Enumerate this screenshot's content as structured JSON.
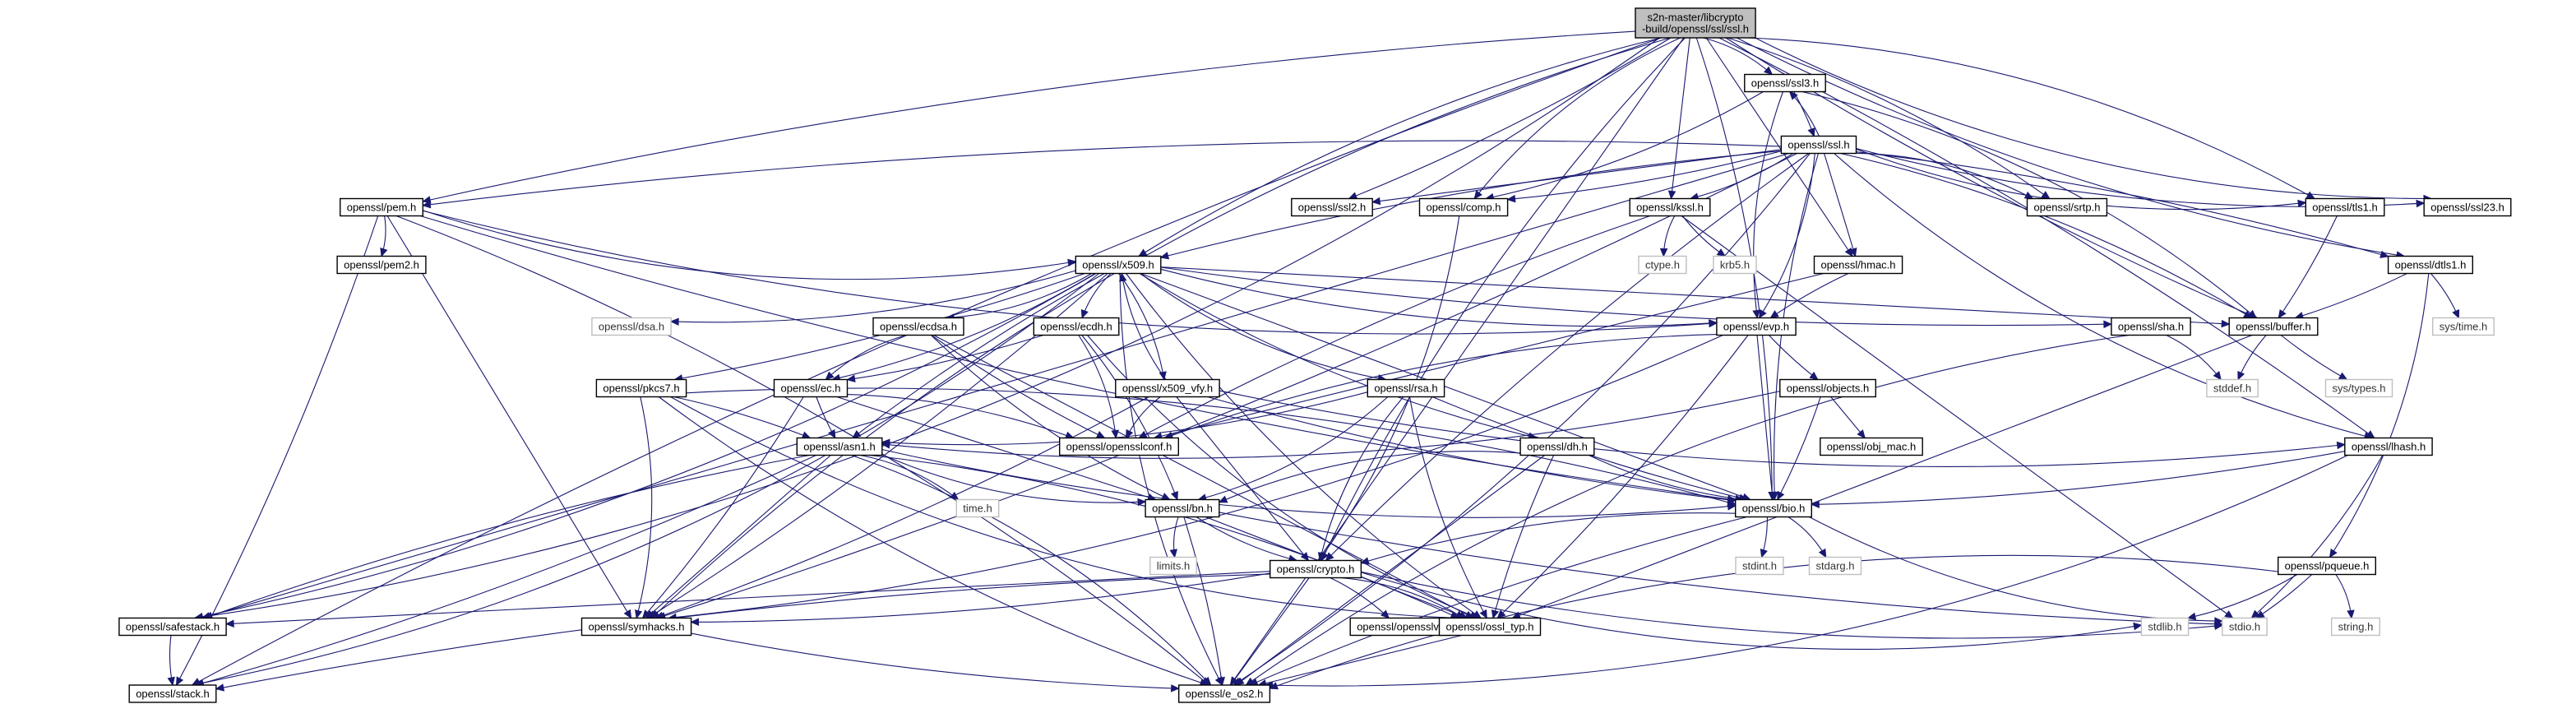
{
  "nodes": [
    {
      "id": "root",
      "label": "s2n-master/libcrypto\n-build/openssl/ssl/ssl.h",
      "kind": "root"
    },
    {
      "id": "ssl3",
      "label": "openssl/ssl3.h",
      "kind": "file"
    },
    {
      "id": "ssl",
      "label": "openssl/ssl.h",
      "kind": "file"
    },
    {
      "id": "pem",
      "label": "openssl/pem.h",
      "kind": "file"
    },
    {
      "id": "ssl2",
      "label": "openssl/ssl2.h",
      "kind": "file"
    },
    {
      "id": "comp",
      "label": "openssl/comp.h",
      "kind": "file"
    },
    {
      "id": "kssl",
      "label": "openssl/kssl.h",
      "kind": "file"
    },
    {
      "id": "srtp",
      "label": "openssl/srtp.h",
      "kind": "file"
    },
    {
      "id": "tls1",
      "label": "openssl/tls1.h",
      "kind": "file"
    },
    {
      "id": "ssl23",
      "label": "openssl/ssl23.h",
      "kind": "file"
    },
    {
      "id": "pem2",
      "label": "openssl/pem2.h",
      "kind": "file"
    },
    {
      "id": "x509",
      "label": "openssl/x509.h",
      "kind": "file"
    },
    {
      "id": "ctype",
      "label": "ctype.h",
      "kind": "sys"
    },
    {
      "id": "krb5",
      "label": "krb5.h",
      "kind": "sys"
    },
    {
      "id": "hmac",
      "label": "openssl/hmac.h",
      "kind": "file"
    },
    {
      "id": "dtls1",
      "label": "openssl/dtls1.h",
      "kind": "file"
    },
    {
      "id": "dsa",
      "label": "openssl/dsa.h",
      "kind": "sys"
    },
    {
      "id": "ecdsa",
      "label": "openssl/ecdsa.h",
      "kind": "file"
    },
    {
      "id": "ecdh",
      "label": "openssl/ecdh.h",
      "kind": "file"
    },
    {
      "id": "evp",
      "label": "openssl/evp.h",
      "kind": "file"
    },
    {
      "id": "sha",
      "label": "openssl/sha.h",
      "kind": "file"
    },
    {
      "id": "buffer",
      "label": "openssl/buffer.h",
      "kind": "file"
    },
    {
      "id": "systime",
      "label": "sys/time.h",
      "kind": "sys"
    },
    {
      "id": "pkcs7",
      "label": "openssl/pkcs7.h",
      "kind": "file"
    },
    {
      "id": "ec",
      "label": "openssl/ec.h",
      "kind": "file"
    },
    {
      "id": "x509vfy",
      "label": "openssl/x509_vfy.h",
      "kind": "file"
    },
    {
      "id": "rsa",
      "label": "openssl/rsa.h",
      "kind": "file"
    },
    {
      "id": "objects",
      "label": "openssl/objects.h",
      "kind": "file"
    },
    {
      "id": "stddef",
      "label": "stddef.h",
      "kind": "sys"
    },
    {
      "id": "systypes",
      "label": "sys/types.h",
      "kind": "sys"
    },
    {
      "id": "asn1",
      "label": "openssl/asn1.h",
      "kind": "file"
    },
    {
      "id": "opensslconf",
      "label": "openssl/opensslconf.h",
      "kind": "file"
    },
    {
      "id": "dh",
      "label": "openssl/dh.h",
      "kind": "file"
    },
    {
      "id": "objmac",
      "label": "openssl/obj_mac.h",
      "kind": "file"
    },
    {
      "id": "lhash",
      "label": "openssl/lhash.h",
      "kind": "file"
    },
    {
      "id": "timeh",
      "label": "time.h",
      "kind": "sys"
    },
    {
      "id": "bn",
      "label": "openssl/bn.h",
      "kind": "file"
    },
    {
      "id": "bio",
      "label": "openssl/bio.h",
      "kind": "file"
    },
    {
      "id": "limits",
      "label": "limits.h",
      "kind": "sys"
    },
    {
      "id": "stdint",
      "label": "stdint.h",
      "kind": "sys"
    },
    {
      "id": "stdarg",
      "label": "stdarg.h",
      "kind": "sys"
    },
    {
      "id": "crypto",
      "label": "openssl/crypto.h",
      "kind": "file"
    },
    {
      "id": "pqueue",
      "label": "openssl/pqueue.h",
      "kind": "file"
    },
    {
      "id": "safestack",
      "label": "openssl/safestack.h",
      "kind": "file"
    },
    {
      "id": "symhacks",
      "label": "openssl/symhacks.h",
      "kind": "file"
    },
    {
      "id": "opensslv",
      "label": "openssl/opensslv.h",
      "kind": "file"
    },
    {
      "id": "ossltyp",
      "label": "openssl/ossl_typ.h",
      "kind": "file"
    },
    {
      "id": "stdlib",
      "label": "stdlib.h",
      "kind": "sys"
    },
    {
      "id": "stdio",
      "label": "stdio.h",
      "kind": "sys"
    },
    {
      "id": "stringh",
      "label": "string.h",
      "kind": "sys"
    },
    {
      "id": "stack",
      "label": "openssl/stack.h",
      "kind": "file"
    },
    {
      "id": "eos2",
      "label": "openssl/e_os2.h",
      "kind": "file"
    }
  ],
  "edges": [
    [
      "root",
      "ssl3"
    ],
    [
      "root",
      "comp"
    ],
    [
      "root",
      "x509"
    ],
    [
      "root",
      "pem"
    ],
    [
      "root",
      "kssl"
    ],
    [
      "root",
      "ssl2"
    ],
    [
      "root",
      "srtp"
    ],
    [
      "root",
      "tls1"
    ],
    [
      "root",
      "ssl23"
    ],
    [
      "root",
      "dtls1"
    ],
    [
      "root",
      "buffer"
    ],
    [
      "root",
      "hmac"
    ],
    [
      "root",
      "lhash"
    ],
    [
      "root",
      "bio"
    ],
    [
      "root",
      "safestack"
    ],
    [
      "root",
      "symhacks"
    ],
    [
      "root",
      "crypto"
    ],
    [
      "root",
      "stack"
    ],
    [
      "root",
      "eos2"
    ],
    [
      "ssl3",
      "ssl"
    ],
    [
      "ssl3",
      "comp"
    ],
    [
      "ssl3",
      "buffer"
    ],
    [
      "ssl3",
      "evp"
    ],
    [
      "ssl",
      "ssl3"
    ],
    [
      "ssl",
      "pem"
    ],
    [
      "ssl",
      "ssl2"
    ],
    [
      "ssl",
      "comp"
    ],
    [
      "ssl",
      "kssl"
    ],
    [
      "ssl",
      "srtp"
    ],
    [
      "ssl",
      "tls1"
    ],
    [
      "ssl",
      "ssl23"
    ],
    [
      "ssl",
      "x509"
    ],
    [
      "ssl",
      "hmac"
    ],
    [
      "ssl",
      "dtls1"
    ],
    [
      "ssl",
      "buffer"
    ],
    [
      "ssl",
      "evp"
    ],
    [
      "ssl",
      "lhash"
    ],
    [
      "ssl",
      "bio"
    ],
    [
      "ssl",
      "crypto"
    ],
    [
      "ssl",
      "safestack"
    ],
    [
      "ssl",
      "symhacks"
    ],
    [
      "ssl",
      "eos2"
    ],
    [
      "pem",
      "pem2"
    ],
    [
      "pem",
      "x509"
    ],
    [
      "pem",
      "evp"
    ],
    [
      "pem",
      "bio"
    ],
    [
      "pem",
      "symhacks"
    ],
    [
      "pem",
      "stack"
    ],
    [
      "pem",
      "eos2"
    ],
    [
      "comp",
      "crypto"
    ],
    [
      "kssl",
      "ctype"
    ],
    [
      "kssl",
      "krb5"
    ],
    [
      "kssl",
      "opensslconf"
    ],
    [
      "kssl",
      "stdio"
    ],
    [
      "tls1",
      "buffer"
    ],
    [
      "x509",
      "dsa"
    ],
    [
      "x509",
      "ecdsa"
    ],
    [
      "x509",
      "ecdh"
    ],
    [
      "x509",
      "evp"
    ],
    [
      "x509",
      "sha"
    ],
    [
      "x509",
      "buffer"
    ],
    [
      "x509",
      "pkcs7"
    ],
    [
      "x509",
      "ec"
    ],
    [
      "x509",
      "x509vfy"
    ],
    [
      "x509",
      "rsa"
    ],
    [
      "x509",
      "dh"
    ],
    [
      "x509",
      "asn1"
    ],
    [
      "x509",
      "bio"
    ],
    [
      "x509",
      "symhacks"
    ],
    [
      "x509",
      "safestack"
    ],
    [
      "x509",
      "stack"
    ],
    [
      "x509",
      "eos2"
    ],
    [
      "x509",
      "ossltyp"
    ],
    [
      "hmac",
      "evp"
    ],
    [
      "hmac",
      "opensslconf"
    ],
    [
      "dtls1",
      "buffer"
    ],
    [
      "dtls1",
      "systime"
    ],
    [
      "dtls1",
      "pqueue"
    ],
    [
      "ecdsa",
      "ec"
    ],
    [
      "ecdsa",
      "bn"
    ],
    [
      "ecdsa",
      "opensslconf"
    ],
    [
      "ecdsa",
      "ossltyp"
    ],
    [
      "ecdh",
      "ec"
    ],
    [
      "ecdh",
      "bn"
    ],
    [
      "ecdh",
      "opensslconf"
    ],
    [
      "ecdh",
      "ossltyp"
    ],
    [
      "evp",
      "opensslconf"
    ],
    [
      "evp",
      "objects"
    ],
    [
      "evp",
      "bio"
    ],
    [
      "evp",
      "ossltyp"
    ],
    [
      "evp",
      "symhacks"
    ],
    [
      "sha",
      "stddef"
    ],
    [
      "sha",
      "eos2"
    ],
    [
      "buffer",
      "stddef"
    ],
    [
      "buffer",
      "systypes"
    ],
    [
      "buffer",
      "ossltyp"
    ],
    [
      "pkcs7",
      "asn1"
    ],
    [
      "pkcs7",
      "bio"
    ],
    [
      "pkcs7",
      "symhacks"
    ],
    [
      "pkcs7",
      "ossltyp"
    ],
    [
      "pkcs7",
      "eos2"
    ],
    [
      "ec",
      "asn1"
    ],
    [
      "ec",
      "bn"
    ],
    [
      "ec",
      "symhacks"
    ],
    [
      "ec",
      "opensslconf"
    ],
    [
      "x509vfy",
      "x509"
    ],
    [
      "x509vfy",
      "opensslconf"
    ],
    [
      "x509vfy",
      "lhash"
    ],
    [
      "x509vfy",
      "bio"
    ],
    [
      "x509vfy",
      "crypto"
    ],
    [
      "x509vfy",
      "symhacks"
    ],
    [
      "rsa",
      "asn1"
    ],
    [
      "rsa",
      "bn"
    ],
    [
      "rsa",
      "crypto"
    ],
    [
      "rsa",
      "ossltyp"
    ],
    [
      "rsa",
      "bio"
    ],
    [
      "objects",
      "objmac"
    ],
    [
      "objects",
      "bio"
    ],
    [
      "objects",
      "asn1"
    ],
    [
      "asn1",
      "timeh"
    ],
    [
      "asn1",
      "bn"
    ],
    [
      "asn1",
      "bio"
    ],
    [
      "asn1",
      "safestack"
    ],
    [
      "asn1",
      "symhacks"
    ],
    [
      "asn1",
      "stack"
    ],
    [
      "asn1",
      "ossltyp"
    ],
    [
      "asn1",
      "eos2"
    ],
    [
      "dh",
      "bn"
    ],
    [
      "dh",
      "bio"
    ],
    [
      "dh",
      "ossltyp"
    ],
    [
      "dh",
      "eos2"
    ],
    [
      "lhash",
      "bio"
    ],
    [
      "lhash",
      "stdio"
    ],
    [
      "lhash",
      "eos2"
    ],
    [
      "bn",
      "limits"
    ],
    [
      "bn",
      "crypto"
    ],
    [
      "bn",
      "stdio"
    ],
    [
      "bn",
      "ossltyp"
    ],
    [
      "bn",
      "eos2"
    ],
    [
      "bio",
      "stdint"
    ],
    [
      "bio",
      "stdarg"
    ],
    [
      "bio",
      "stdio"
    ],
    [
      "bio",
      "crypto"
    ],
    [
      "bio",
      "eos2"
    ],
    [
      "crypto",
      "safestack"
    ],
    [
      "crypto",
      "symhacks"
    ],
    [
      "crypto",
      "opensslv"
    ],
    [
      "crypto",
      "ossltyp"
    ],
    [
      "crypto",
      "stdlib"
    ],
    [
      "crypto",
      "stdio"
    ],
    [
      "crypto",
      "stack"
    ],
    [
      "crypto",
      "eos2"
    ],
    [
      "pqueue",
      "stdio"
    ],
    [
      "pqueue",
      "stdlib"
    ],
    [
      "pqueue",
      "stringh"
    ],
    [
      "pqueue",
      "eos2"
    ],
    [
      "safestack",
      "stack"
    ],
    [
      "symhacks",
      "eos2"
    ],
    [
      "ossltyp",
      "eos2"
    ]
  ]
}
